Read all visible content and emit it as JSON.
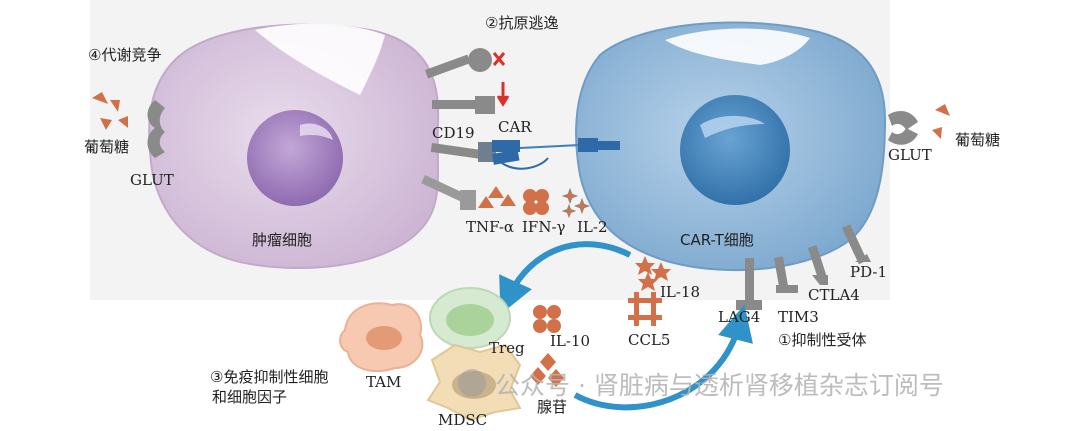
{
  "labels": {
    "metabolic_competition": "④代谢竞争",
    "antigen_escape": "②抗原逃逸",
    "glucose_left": "葡萄糖",
    "glucose_right": "葡萄糖",
    "glut_left": "GLUT",
    "glut_right": "GLUT",
    "cd19": "CD19",
    "car": "CAR",
    "tumor_cell": "肿瘤细胞",
    "car_t_cell": "CAR-T细胞",
    "tnf": "TNF-α",
    "ifn": "IFN-γ",
    "il2": "IL-2",
    "il18": "IL-18",
    "ccl5": "CCL5",
    "il10": "IL-10",
    "treg": "Treg",
    "tam": "TAM",
    "mdsc": "MDSC",
    "adenosine": "腺苷",
    "immunosuppressive_line1": "③免疫抑制性细胞",
    "immunosuppressive_line2": "和细胞因子",
    "inhibitory_receptors": "①抑制性受体",
    "lag4": "LAG4",
    "tim3": "TIM3",
    "ctla4": "CTLA4",
    "pd1": "PD-1",
    "watermark": "公众号 · 肾脏病与透析肾移植杂志订阅号"
  },
  "colors": {
    "tumor_cell": "#dccbe0",
    "tumor_nucleus": "#a98bc4",
    "car_t_cell": "#8fb6d8",
    "car_t_nucleus": "#3f7fb8",
    "receptor_gray": "#8a8a8a",
    "molecule_orange": "#d2704a",
    "arrow_blue": "#2f92c8",
    "red_mark": "#d9302a"
  }
}
